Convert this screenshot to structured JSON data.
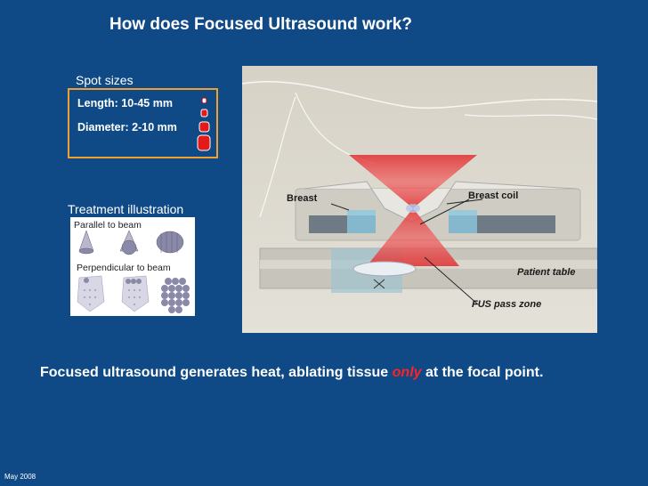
{
  "title": "How does Focused Ultrasound work?",
  "spot_sizes": {
    "label": "Spot sizes",
    "length": "Length: 10-45 mm",
    "diameter": "Diameter: 2-10 mm"
  },
  "treatment": {
    "label": "Treatment illustration",
    "parallel": "Parallel to beam",
    "perpendicular": "Perpendicular to beam"
  },
  "photo_labels": {
    "breast": "Breast",
    "breast_coil": "Breast coil",
    "patient_table": "Patient table",
    "fus_pass_zone": "FUS pass zone"
  },
  "statement": {
    "part1": "Focused ultrasound generates heat, ablating tissue ",
    "emphasis": "only",
    "part2": " at the focal point."
  },
  "date": "May  2008",
  "colors": {
    "background": "#0f4a86",
    "box_border": "#f0a030",
    "emphasis": "#ff2222"
  }
}
